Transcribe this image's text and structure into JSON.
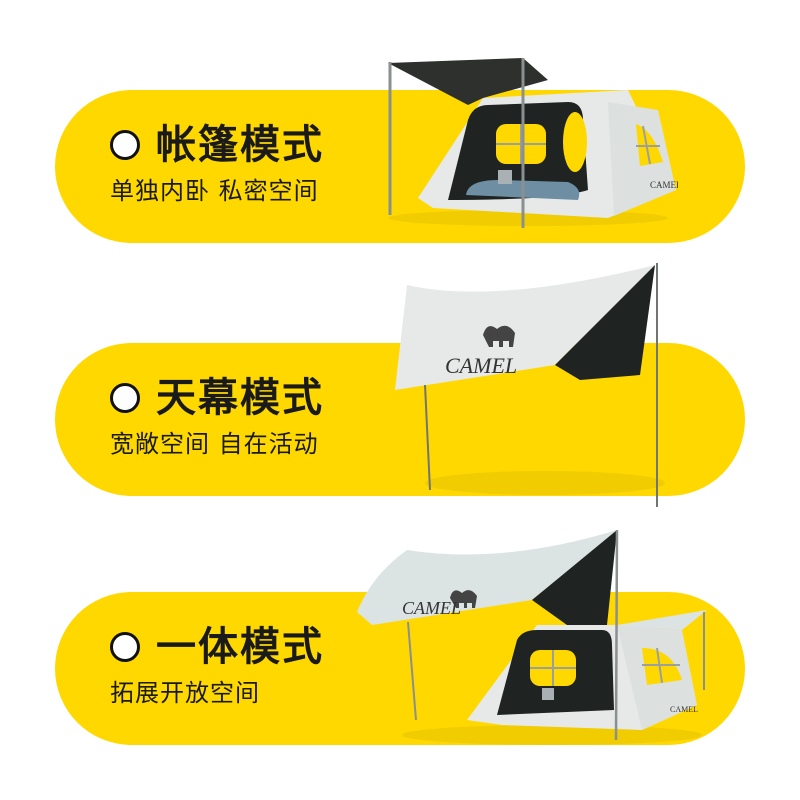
{
  "colors": {
    "accent_yellow": "#FFD800",
    "text": "#1a1a1a",
    "tent_white": "#E6E9E8",
    "tent_dark": "#2E302D",
    "mesh_dark": "#1F2322",
    "floor_blue": "#6E8FA3",
    "pole": "#8A8F90"
  },
  "modes": [
    {
      "id": "tent",
      "title": "帐篷模式",
      "subtitle": "单独内卧 私密空间",
      "icon": "radio-circle-icon",
      "image": "tent-with-awning",
      "brand": "CAMEL"
    },
    {
      "id": "canopy",
      "title": "天幕模式",
      "subtitle": "宽敞空间 自在活动",
      "icon": "radio-circle-icon",
      "image": "canopy-tarp",
      "brand": "CAMEL"
    },
    {
      "id": "combined",
      "title": "一体模式",
      "subtitle": "拓展开放空间",
      "icon": "radio-circle-icon",
      "image": "tent-with-canopy",
      "brand": "CAMEL"
    }
  ]
}
